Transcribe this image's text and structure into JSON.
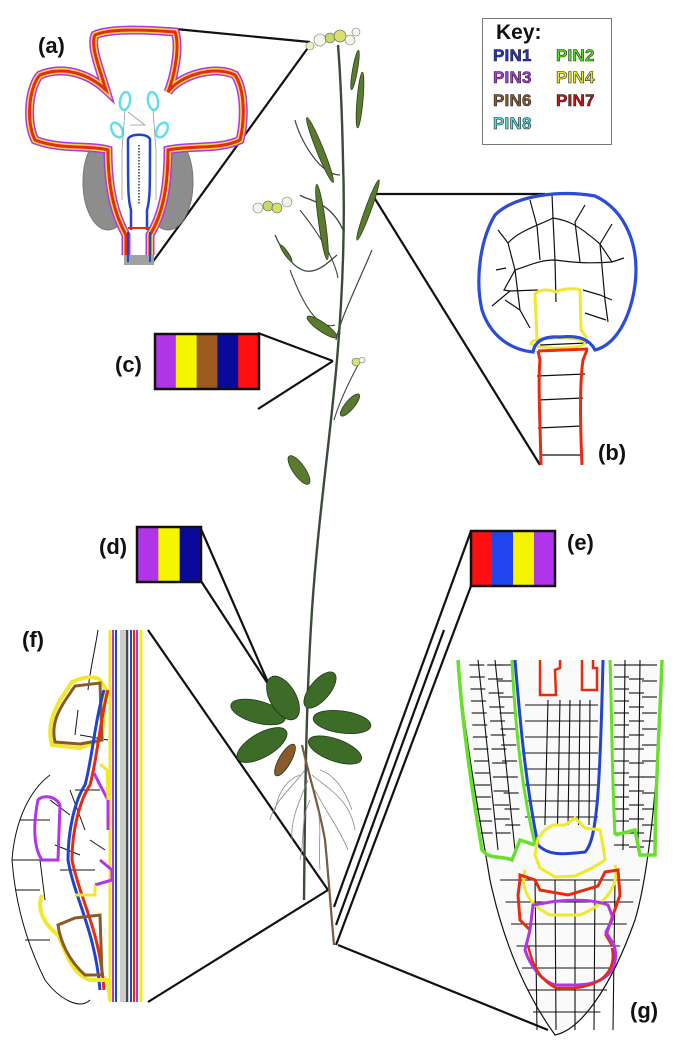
{
  "figure": {
    "description": "PIN auxin efflux carrier localization across Arabidopsis organs",
    "labels": {
      "a": "(a)",
      "b": "(b)",
      "c": "(c)",
      "d": "(d)",
      "e": "(e)",
      "f": "(f)",
      "g": "(g)"
    },
    "key": {
      "title": "Key:",
      "entries": [
        {
          "name": "PIN1",
          "color": "#2233cc"
        },
        {
          "name": "PIN2",
          "color": "#55dd22"
        },
        {
          "name": "PIN3",
          "color": "#b035e8"
        },
        {
          "name": "PIN4",
          "color": "#e8e82a"
        },
        {
          "name": "PIN6",
          "color": "#8b5a2b"
        },
        {
          "name": "PIN7",
          "color": "#cc1111"
        },
        {
          "name": "PIN8",
          "color": "#55dddd"
        }
      ]
    },
    "panels": {
      "a": {
        "organ": "flower",
        "pins": [
          "PIN3",
          "PIN4",
          "PIN7",
          "PIN1",
          "PIN8"
        ]
      },
      "b": {
        "organ": "embryo",
        "pins": [
          "PIN1",
          "PIN4",
          "PIN7"
        ]
      },
      "c": {
        "organ": "stem",
        "bands": [
          "#b035e8",
          "#f5f500",
          "#9b5a1e",
          "#0a0a9a",
          "#ff1010"
        ]
      },
      "d": {
        "organ": "hypocotyl",
        "bands": [
          "#b035e8",
          "#f5f500",
          "#0a0a9a"
        ]
      },
      "e": {
        "organ": "root",
        "bands": [
          "#ff1010",
          "#2244ee",
          "#f5f500",
          "#b035e8"
        ]
      },
      "f": {
        "organ": "lateral root primordium",
        "pins": [
          "PIN1",
          "PIN3",
          "PIN4",
          "PIN6",
          "PIN7"
        ]
      },
      "g": {
        "organ": "root tip",
        "pins": [
          "PIN1",
          "PIN2",
          "PIN3",
          "PIN4",
          "PIN7"
        ]
      }
    }
  }
}
